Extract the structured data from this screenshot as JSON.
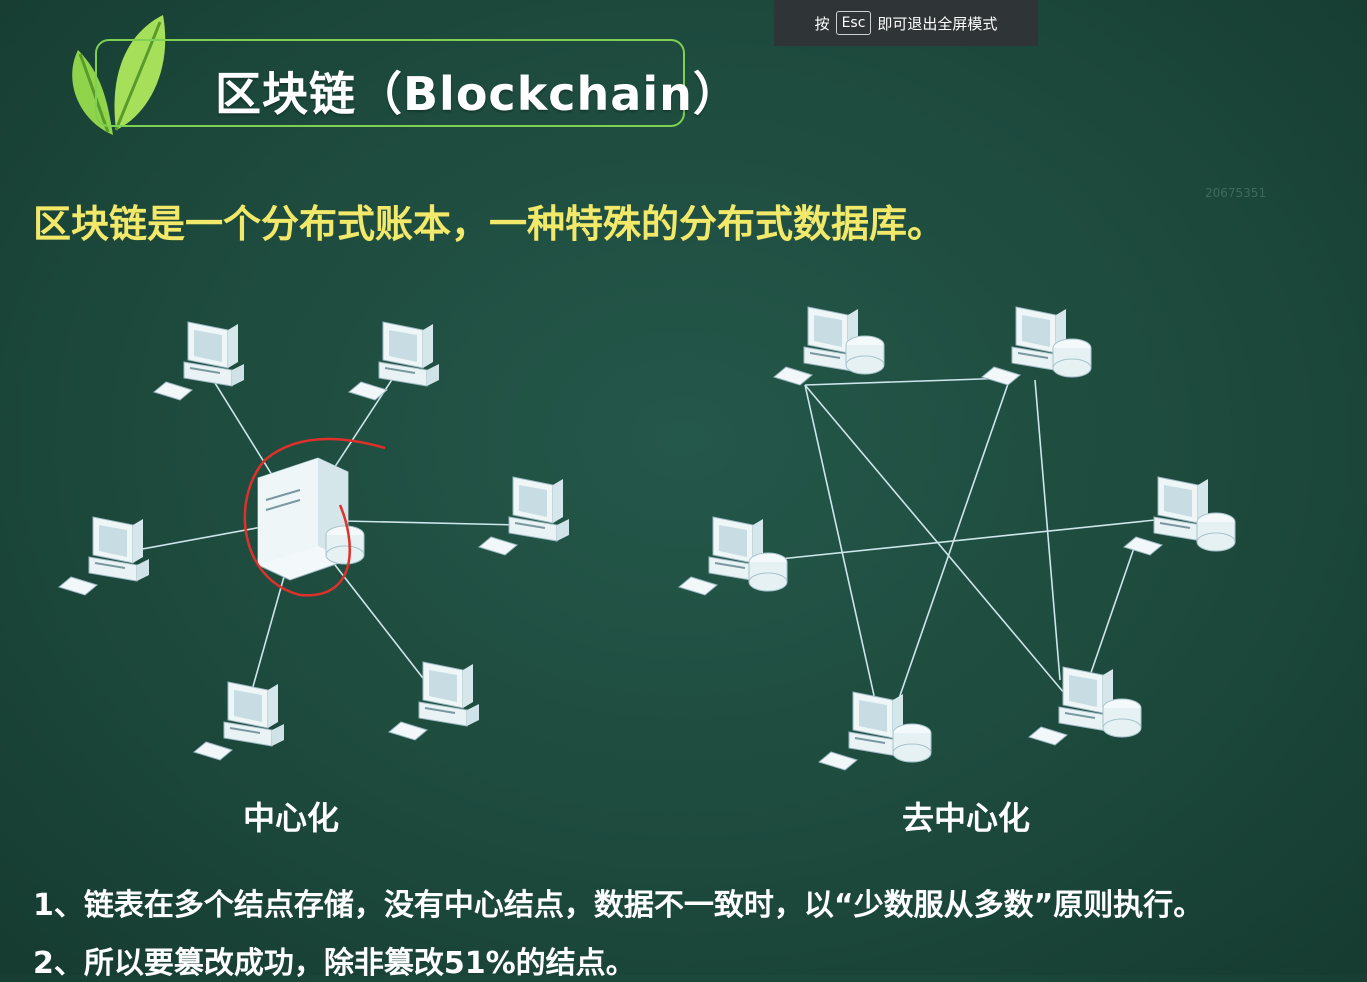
{
  "overlay": {
    "prefix": "按",
    "key": "Esc",
    "suffix": "即可退出全屏模式"
  },
  "slide": {
    "title": "区块链（Blockchain）",
    "watermark": "20675351",
    "subtitle": "区块链是一个分布式账本，一种特殊的分布式数据库。",
    "left_label": "中心化",
    "right_label": "去中心化",
    "notes": [
      "1、链表在多个结点存储，没有中心结点，数据不一致时，以“少数服从多数”原则执行。",
      "2、所以要篡改成功，除非篡改51%的结点。"
    ]
  },
  "colors": {
    "background": "#1d4a3d",
    "title_border": "#7fcf52",
    "subtitle": "#f2e86a",
    "leaf": "#8fd44a",
    "annotation": "#e0302a",
    "link": "#cde6ea"
  },
  "icons": [
    "leaf-icon",
    "computer-icon",
    "server-icon",
    "database-icon"
  ]
}
